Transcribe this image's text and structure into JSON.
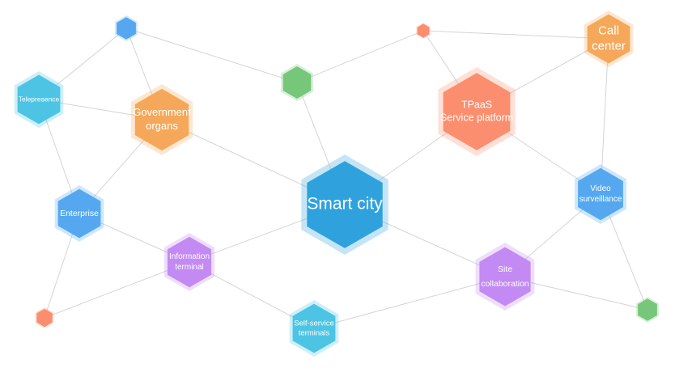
{
  "colors": {
    "orange": "#F5A85A",
    "salmon": "#FB8E6E",
    "blue": "#55A8F0",
    "cyan": "#4DC4E4",
    "green": "#77C77B",
    "purple": "#C28AF2",
    "main_blue": "#2FA2DE",
    "edge": "#D4D4D4"
  },
  "nodes": {
    "smart_city": {
      "lines": [
        "Smart city"
      ]
    },
    "tpaas": {
      "lines": [
        "TPaaS",
        "Service platform"
      ]
    },
    "government": {
      "lines": [
        "Government",
        "organs"
      ]
    },
    "call_center": {
      "lines": [
        "Call",
        "center"
      ]
    },
    "telepresence": {
      "lines": [
        "Telepresence"
      ]
    },
    "enterprise": {
      "lines": [
        "Enterprise"
      ]
    },
    "information_terminal": {
      "lines": [
        "Information",
        "terminal"
      ]
    },
    "self_service": {
      "lines": [
        "Self-service",
        "terminals"
      ]
    },
    "site_collaboration": {
      "lines": [
        "Site",
        "collaboration"
      ]
    },
    "video_surveillance": {
      "lines": [
        "Video",
        "surveillance"
      ]
    }
  }
}
